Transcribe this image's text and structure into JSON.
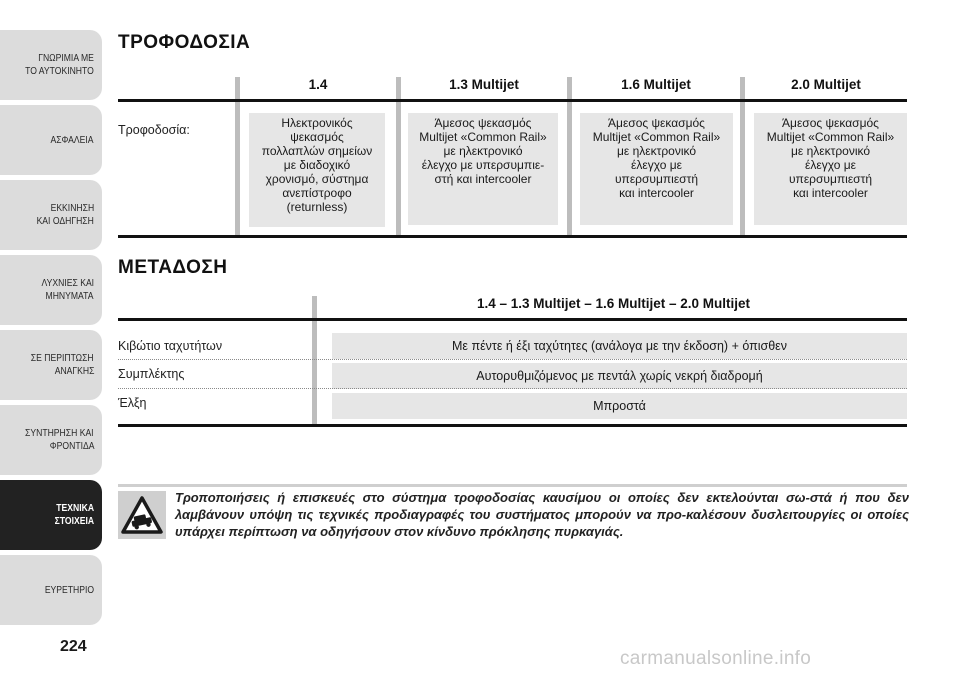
{
  "sidebar": {
    "tabs": [
      {
        "lines": [
          "ΓΝΩΡΙΜΙΑ ΜΕ",
          "ΤΟ ΑΥΤΟΚΙΝΗΤΟ"
        ],
        "active": false
      },
      {
        "lines": [
          "ΑΣΦΑΛΕΙΑ"
        ],
        "active": false
      },
      {
        "lines": [
          "ΕΚΚΙΝΗΣΗ",
          "ΚΑΙ ΟΔΗΓΗΣΗ"
        ],
        "active": false
      },
      {
        "lines": [
          "ΛΥΧΝΙΕΣ ΚΑΙ",
          "ΜΗΝΥΜΑΤΑ"
        ],
        "active": false
      },
      {
        "lines": [
          "ΣΕ ΠΕΡΙΠΤΩΣΗ",
          "ΑΝΑΓΚΗΣ"
        ],
        "active": false
      },
      {
        "lines": [
          "ΣΥΝΤΗΡΗΣΗ ΚΑΙ",
          "ΦΡΟΝΤΙΔΑ"
        ],
        "active": false
      },
      {
        "lines": [
          "ΤΕΧΝΙΚΑ",
          "ΣΤΟΙΧΕΙΑ"
        ],
        "active": true
      },
      {
        "lines": [
          "ΕΥΡΕΤΗΡΙΟ"
        ],
        "active": false
      }
    ],
    "page_number": "224"
  },
  "fuel": {
    "title": "ΤΡΟΦΟΔΟΣΙΑ",
    "row_label": "Τροφοδοσία:",
    "columns": [
      {
        "header": "1.4",
        "lines": [
          "Ηλεκτρονικός",
          "ψεκασμός",
          "πολλαπλών σημείων",
          "με διαδοχικό",
          "χρονισμό, σύστημα",
          "ανεπίστροφο",
          "(returnless)"
        ]
      },
      {
        "header": "1.3 Multijet",
        "lines": [
          "Άμεσος ψεκασμός",
          "Multijet «Common Rail»",
          "με ηλεκτρονικό",
          "έλεγχο με υπερσυμπιε-",
          "στή και intercooler"
        ]
      },
      {
        "header": "1.6 Multijet",
        "lines": [
          "Άμεσος ψεκασμός",
          "Multijet «Common Rail»",
          "με ηλεκτρονικό",
          "έλεγχο με",
          "υπερσυμπιεστή",
          "και intercooler"
        ]
      },
      {
        "header": "2.0 Multijet",
        "lines": [
          "Άμεσος ψεκασμός",
          "Multijet «Common Rail»",
          "με ηλεκτρονικό",
          "έλεγχο με",
          "υπερσυμπιεστή",
          "και intercooler"
        ]
      }
    ]
  },
  "transmission": {
    "title": "ΜΕΤΑΔΟΣΗ",
    "header": "1.4 – 1.3 Multijet – 1.6 Multijet – 2.0 Multijet",
    "rows": [
      {
        "label": "Κιβώτιο ταχυτήτων",
        "value": "Με πέντε ή έξι ταχύτητες (ανάλογα με την έκδοση) + όπισθεν"
      },
      {
        "label": "Συμπλέκτης",
        "value": "Αυτορυθμιζόμενος με πεντάλ χωρίς νεκρή διαδρομή"
      },
      {
        "label": "Έλξη",
        "value": "Μπροστά"
      }
    ]
  },
  "warning": {
    "icon": "car-on-slope-warning-icon",
    "text": "Τροποποιήσεις ή επισκευές στο σύστημα τροφοδοσίας καυσίμου οι οποίες δεν εκτελούνται σω-στά ή που δεν λαμβάνουν υπόψη τις τεχνικές προδιαγραφές του συστήματος μπορούν να προ-καλέσουν δυσλειτουργίες οι οποίες υπάρχει περίπτωση να οδηγήσουν στον κίνδυνο πρόκλησης πυρκαγιάς."
  },
  "watermark": "carmanualsonline.info",
  "colors": {
    "tab_bg": "#dcdcdc",
    "tab_active": "#222222",
    "cell_bg": "#e6e6e6",
    "separator": "#bdbdbd"
  }
}
